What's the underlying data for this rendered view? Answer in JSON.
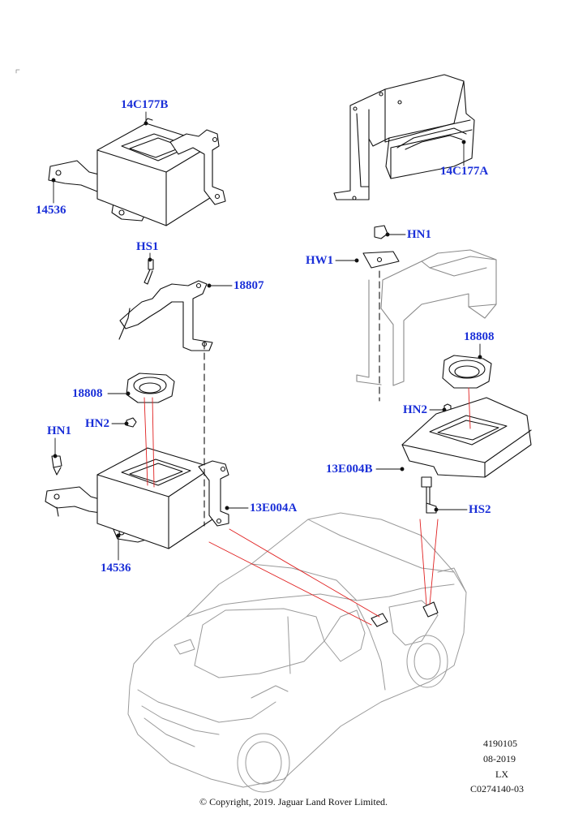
{
  "callouts": {
    "c14c177b": "14C177B",
    "c14536_top": "14536",
    "c14c177a": "14C177A",
    "chs1": "HS1",
    "c18807": "18807",
    "chn1_right": "HN1",
    "chw1": "HW1",
    "c18808_left": "18808",
    "chn2_left": "HN2",
    "chn1_left": "HN1",
    "c13e004a": "13E004A",
    "c14536_bottom": "14536",
    "c18808_right": "18808",
    "chn2_right": "HN2",
    "c13e004b": "13E004B",
    "chs2": "HS2"
  },
  "reference": {
    "line1": "4190105",
    "line2": "08-2019",
    "line3": "LX",
    "line4": "C0274140-03"
  },
  "copyright": "© Copyright, 2019. Jaguar Land Rover Limited.",
  "colors": {
    "callout_text": "#1a2fd8",
    "line_art": "#111111",
    "vehicle_outline": "#9a9a9a",
    "leader_red": "#e02020"
  }
}
